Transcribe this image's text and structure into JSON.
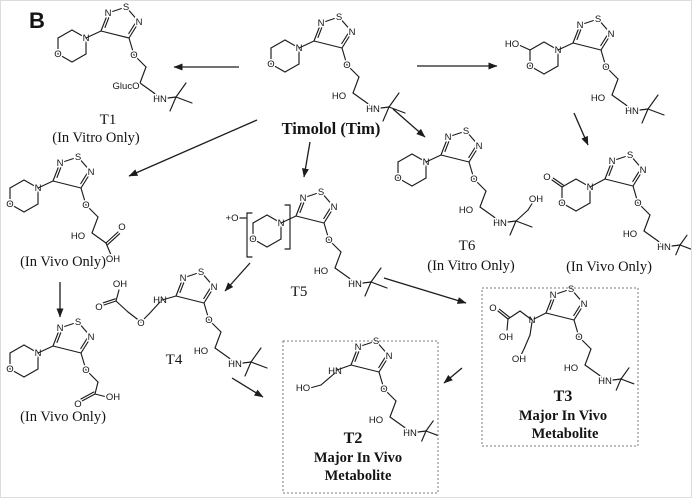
{
  "figure": {
    "panel_label": "B",
    "colors": {
      "line": "#1c1c1c",
      "background": "#ffffff",
      "box_border": "#7a7a7a",
      "frame": "#dcdcdc"
    }
  },
  "compounds": {
    "timolol": {
      "name_label": "Timolol (Tim)",
      "atoms": [
        "N",
        "S",
        "N",
        "N",
        "O",
        "O",
        "HO",
        "HN"
      ]
    },
    "t1": {
      "id_label": "T1",
      "note_label": "(In Vitro Only)",
      "atoms": [
        "N",
        "S",
        "N",
        "N",
        "O",
        "O",
        "GlucO",
        "HN"
      ]
    },
    "top_right": {
      "atoms": [
        "N",
        "S",
        "N",
        "N",
        "O",
        "HO",
        "O",
        "HO",
        "HN"
      ]
    },
    "mid_left": {
      "note_label": "(In Vivo Only)",
      "atoms": [
        "N",
        "S",
        "N",
        "N",
        "O",
        "O",
        "HO",
        "O",
        "OH"
      ]
    },
    "bottom_left": {
      "note_label": "(In Vivo Only)",
      "atoms": [
        "N",
        "S",
        "N",
        "N",
        "O",
        "O",
        "O",
        "OH"
      ]
    },
    "t5": {
      "id_label": "T5",
      "atoms": [
        "N",
        "S",
        "N",
        "N",
        "O",
        "+O",
        "O",
        "HO",
        "HN"
      ]
    },
    "t4": {
      "id_label": "T4",
      "atoms": [
        "N",
        "S",
        "N",
        "HN",
        "O",
        "O",
        "OH",
        "O",
        "HO",
        "HN"
      ]
    },
    "t6": {
      "id_label": "T6",
      "note_label": "(In Vitro Only)",
      "atoms": [
        "N",
        "S",
        "N",
        "N",
        "O",
        "O",
        "HO",
        "HN",
        "OH"
      ]
    },
    "lactam_right": {
      "note_label": "(In Vivo Only)",
      "atoms": [
        "N",
        "S",
        "N",
        "N",
        "O",
        "O",
        "O",
        "HO",
        "HN"
      ]
    },
    "t2": {
      "id_label": "T2",
      "note_line1": "Major In Vivo",
      "note_line2": "Metabolite",
      "atoms": [
        "N",
        "S",
        "N",
        "HN",
        "HO",
        "O",
        "HO",
        "HN"
      ]
    },
    "t3": {
      "id_label": "T3",
      "note_line1": "Major In Vivo",
      "note_line2": "Metabolite",
      "atoms": [
        "N",
        "S",
        "N",
        "N",
        "O",
        "OH",
        "OH",
        "O",
        "HO",
        "HN"
      ]
    }
  },
  "pathways": [
    {
      "from": "timolol",
      "to": "t1"
    },
    {
      "from": "timolol",
      "to": "top_right"
    },
    {
      "from": "timolol",
      "to": "mid_left"
    },
    {
      "from": "timolol",
      "to": "t5"
    },
    {
      "from": "timolol",
      "to": "t6"
    },
    {
      "from": "top_right",
      "to": "lactam_right"
    },
    {
      "from": "mid_left",
      "to": "bottom_left"
    },
    {
      "from": "t5",
      "to": "t4"
    },
    {
      "from": "t5",
      "to": "t3"
    },
    {
      "from": "t4",
      "to": "t2"
    },
    {
      "from": "t3",
      "to": "t2"
    }
  ]
}
